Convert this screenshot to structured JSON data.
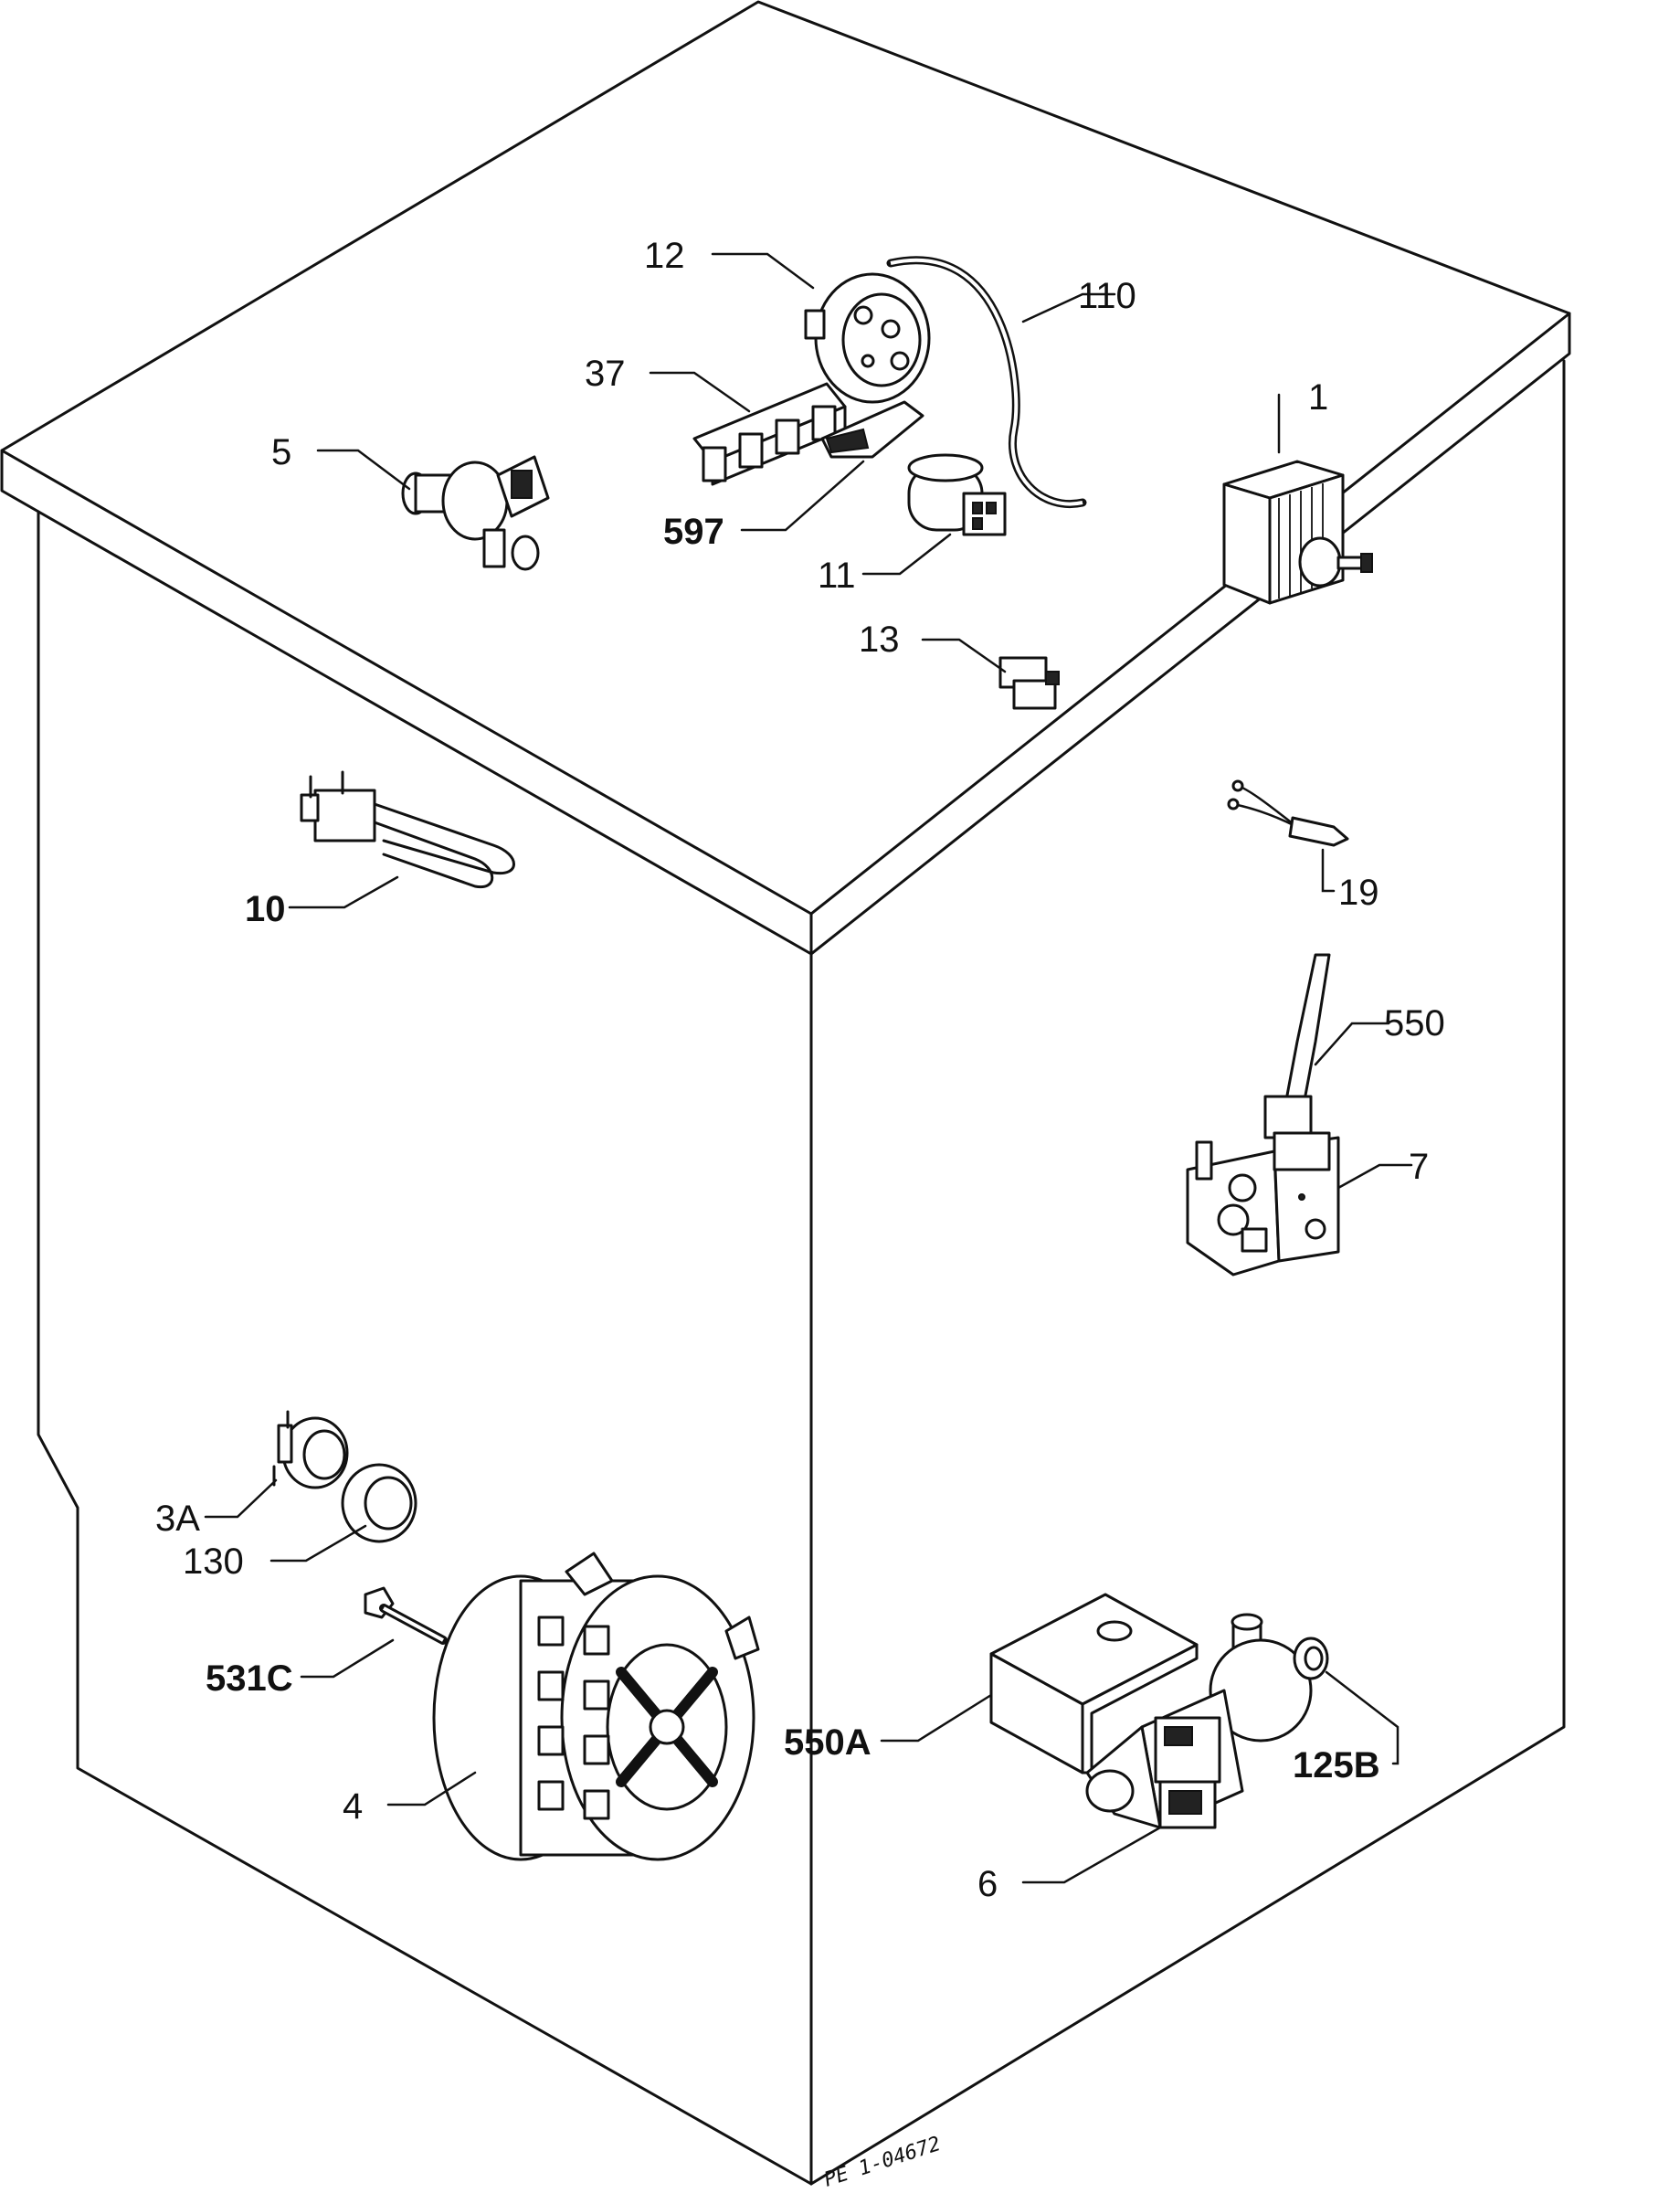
{
  "labels": {
    "l12": "12",
    "l110": "110",
    "l37": "37",
    "l1": "1",
    "l5": "5",
    "l597": "597",
    "l11": "11",
    "l13": "13",
    "l10": "10",
    "l19": "19",
    "l550": "550",
    "l7": "7",
    "l3a": "3A",
    "l130": "130",
    "l531c": "531C",
    "l550a": "550A",
    "l125b": "125B",
    "l4": "4",
    "l6": "6"
  },
  "reference_code": "PE 1-04672"
}
